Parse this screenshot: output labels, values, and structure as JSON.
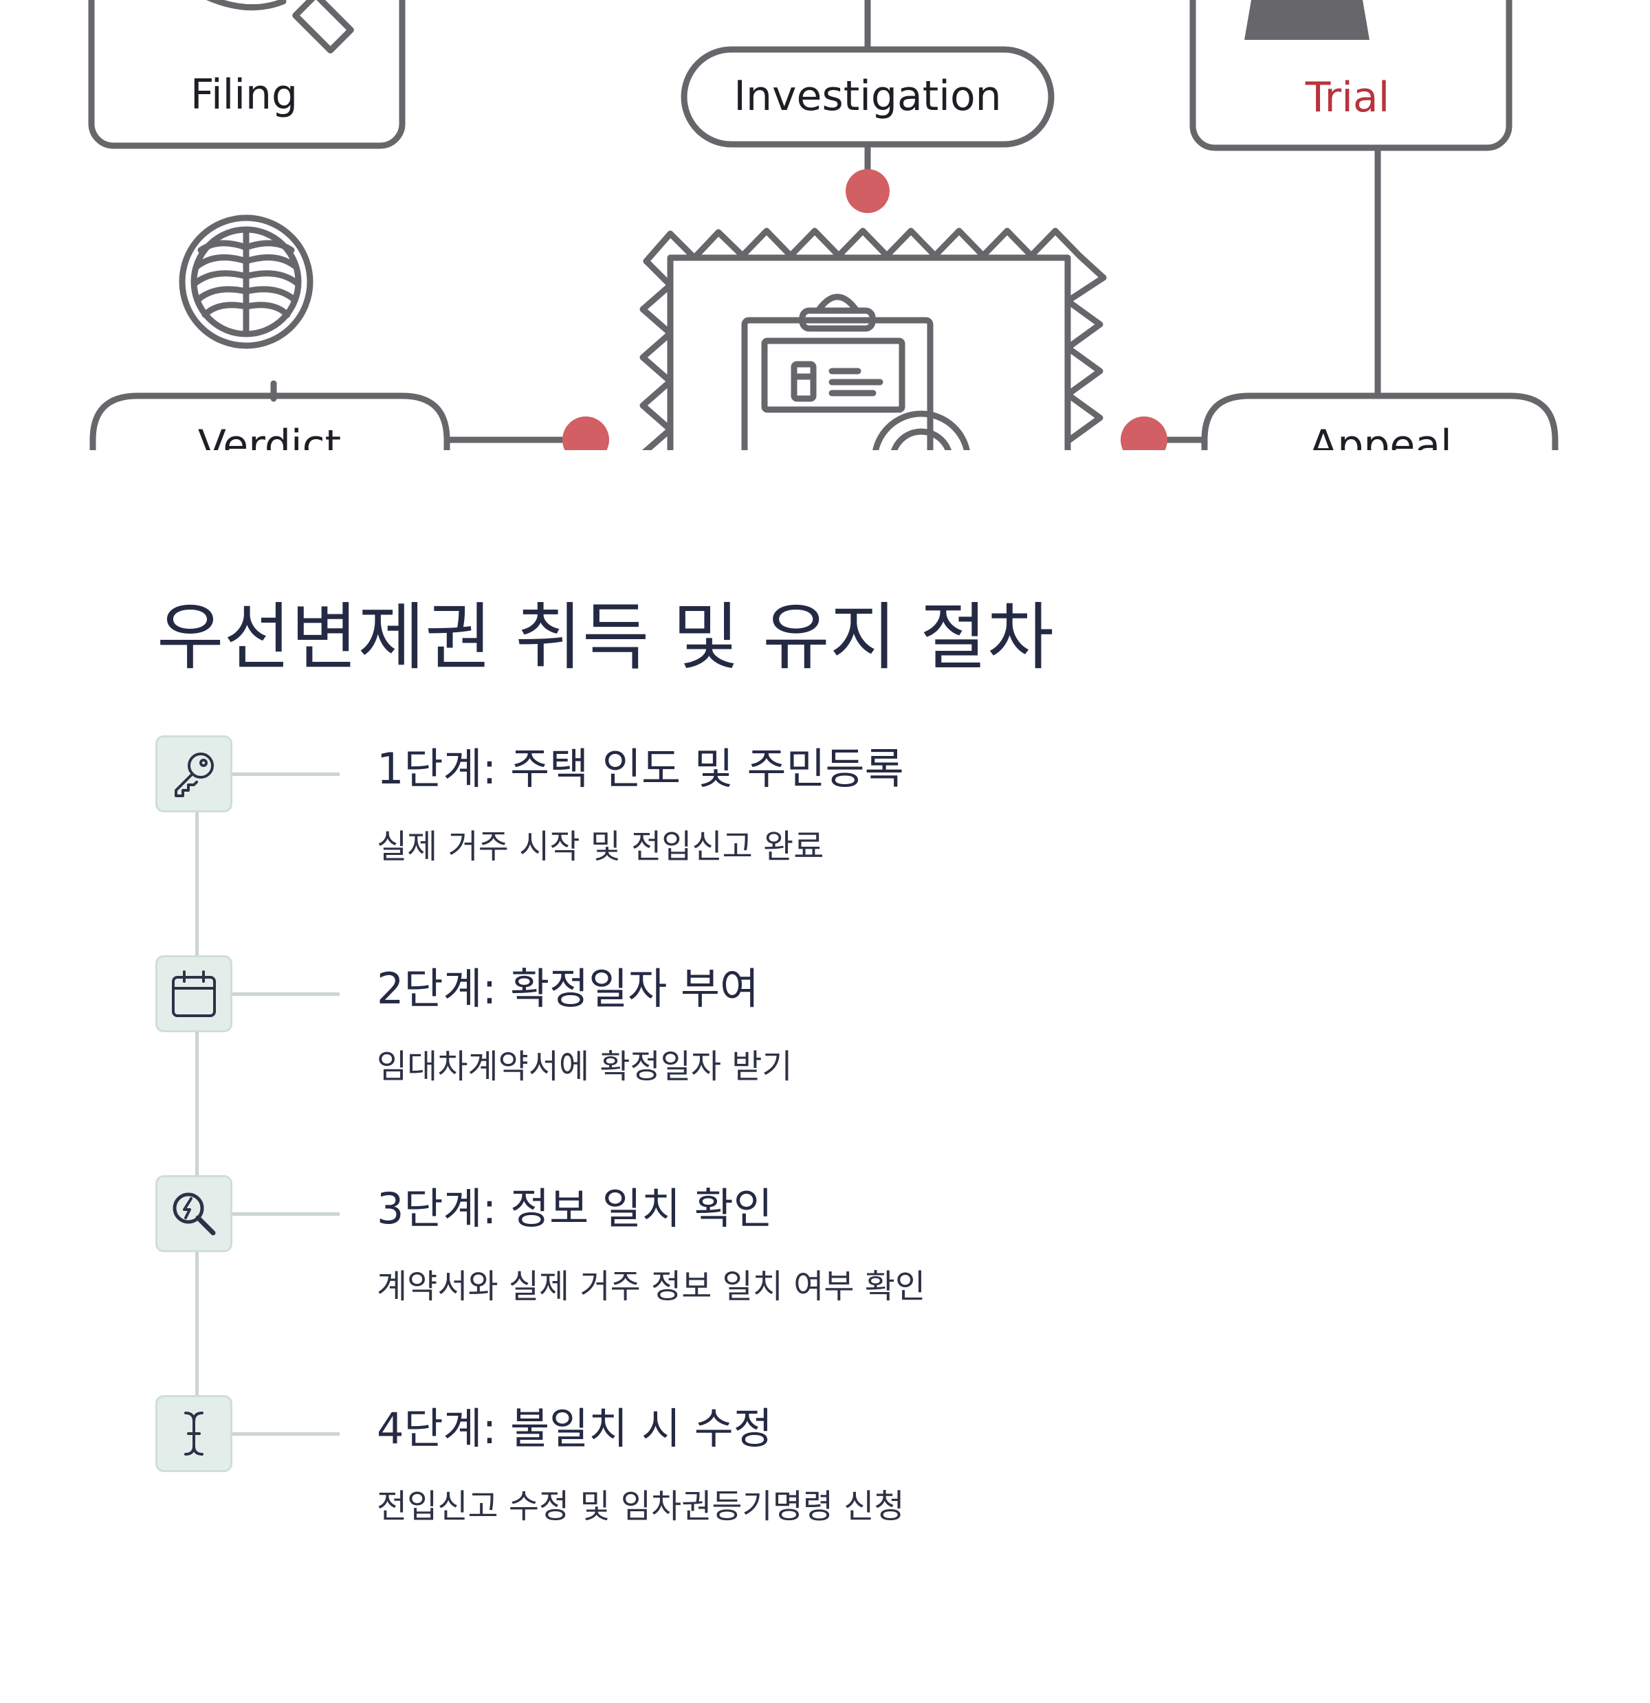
{
  "diagram": {
    "nodes": {
      "filing": "Filing",
      "investigation": "Investigation",
      "trial": "Trial",
      "verdict": "Verdict",
      "appeal": "Appeal"
    },
    "colors": {
      "stroke": "#67676b",
      "dot": "#d25f63",
      "accent": "#b8333d",
      "text": "#1e1e24"
    }
  },
  "section": {
    "title": "우선변제권 취득 및 유지 절차",
    "colors": {
      "title": "#252a44",
      "icon_bg": "#e3eeeb",
      "line": "#cbd4d1"
    },
    "steps": [
      {
        "icon": "key-icon",
        "title": "1단계: 주택 인도 및 주민등록",
        "description": "실제 거주 시작 및 전입신고 완료"
      },
      {
        "icon": "calendar-icon",
        "title": "2단계: 확정일자 부여",
        "description": "임대차계약서에 확정일자 받기"
      },
      {
        "icon": "search-bolt-icon",
        "title": "3단계: 정보 일치 확인",
        "description": "계약서와 실제 거주 정보 일치 여부 확인"
      },
      {
        "icon": "text-cursor-icon",
        "title": "4단계: 불일치 시 수정",
        "description": "전입신고 수정 및 임차권등기명령 신청"
      }
    ]
  }
}
